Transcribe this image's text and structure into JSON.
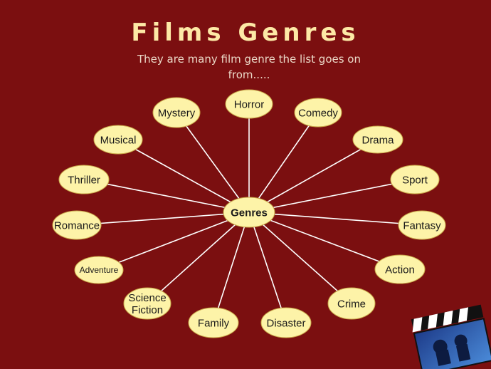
{
  "title": "Films Genres",
  "subtitle": "They are many film genre the list goes on from.....",
  "center": {
    "label": "Genres"
  },
  "genres": [
    "Horror",
    "Comedy",
    "Drama",
    "Sport",
    "Fantasy",
    "Action",
    "Crime",
    "Disaster",
    "Family",
    "Science Fiction",
    "Adventure",
    "Romance",
    "Thriller",
    "Musical",
    "Mystery"
  ],
  "colors": {
    "background": "#7b0f10",
    "title": "#fde9a6",
    "node_fill": "#fdf3a8",
    "line": "#ffffff"
  },
  "icons": {
    "corner": "film-clapperboard-icon"
  }
}
